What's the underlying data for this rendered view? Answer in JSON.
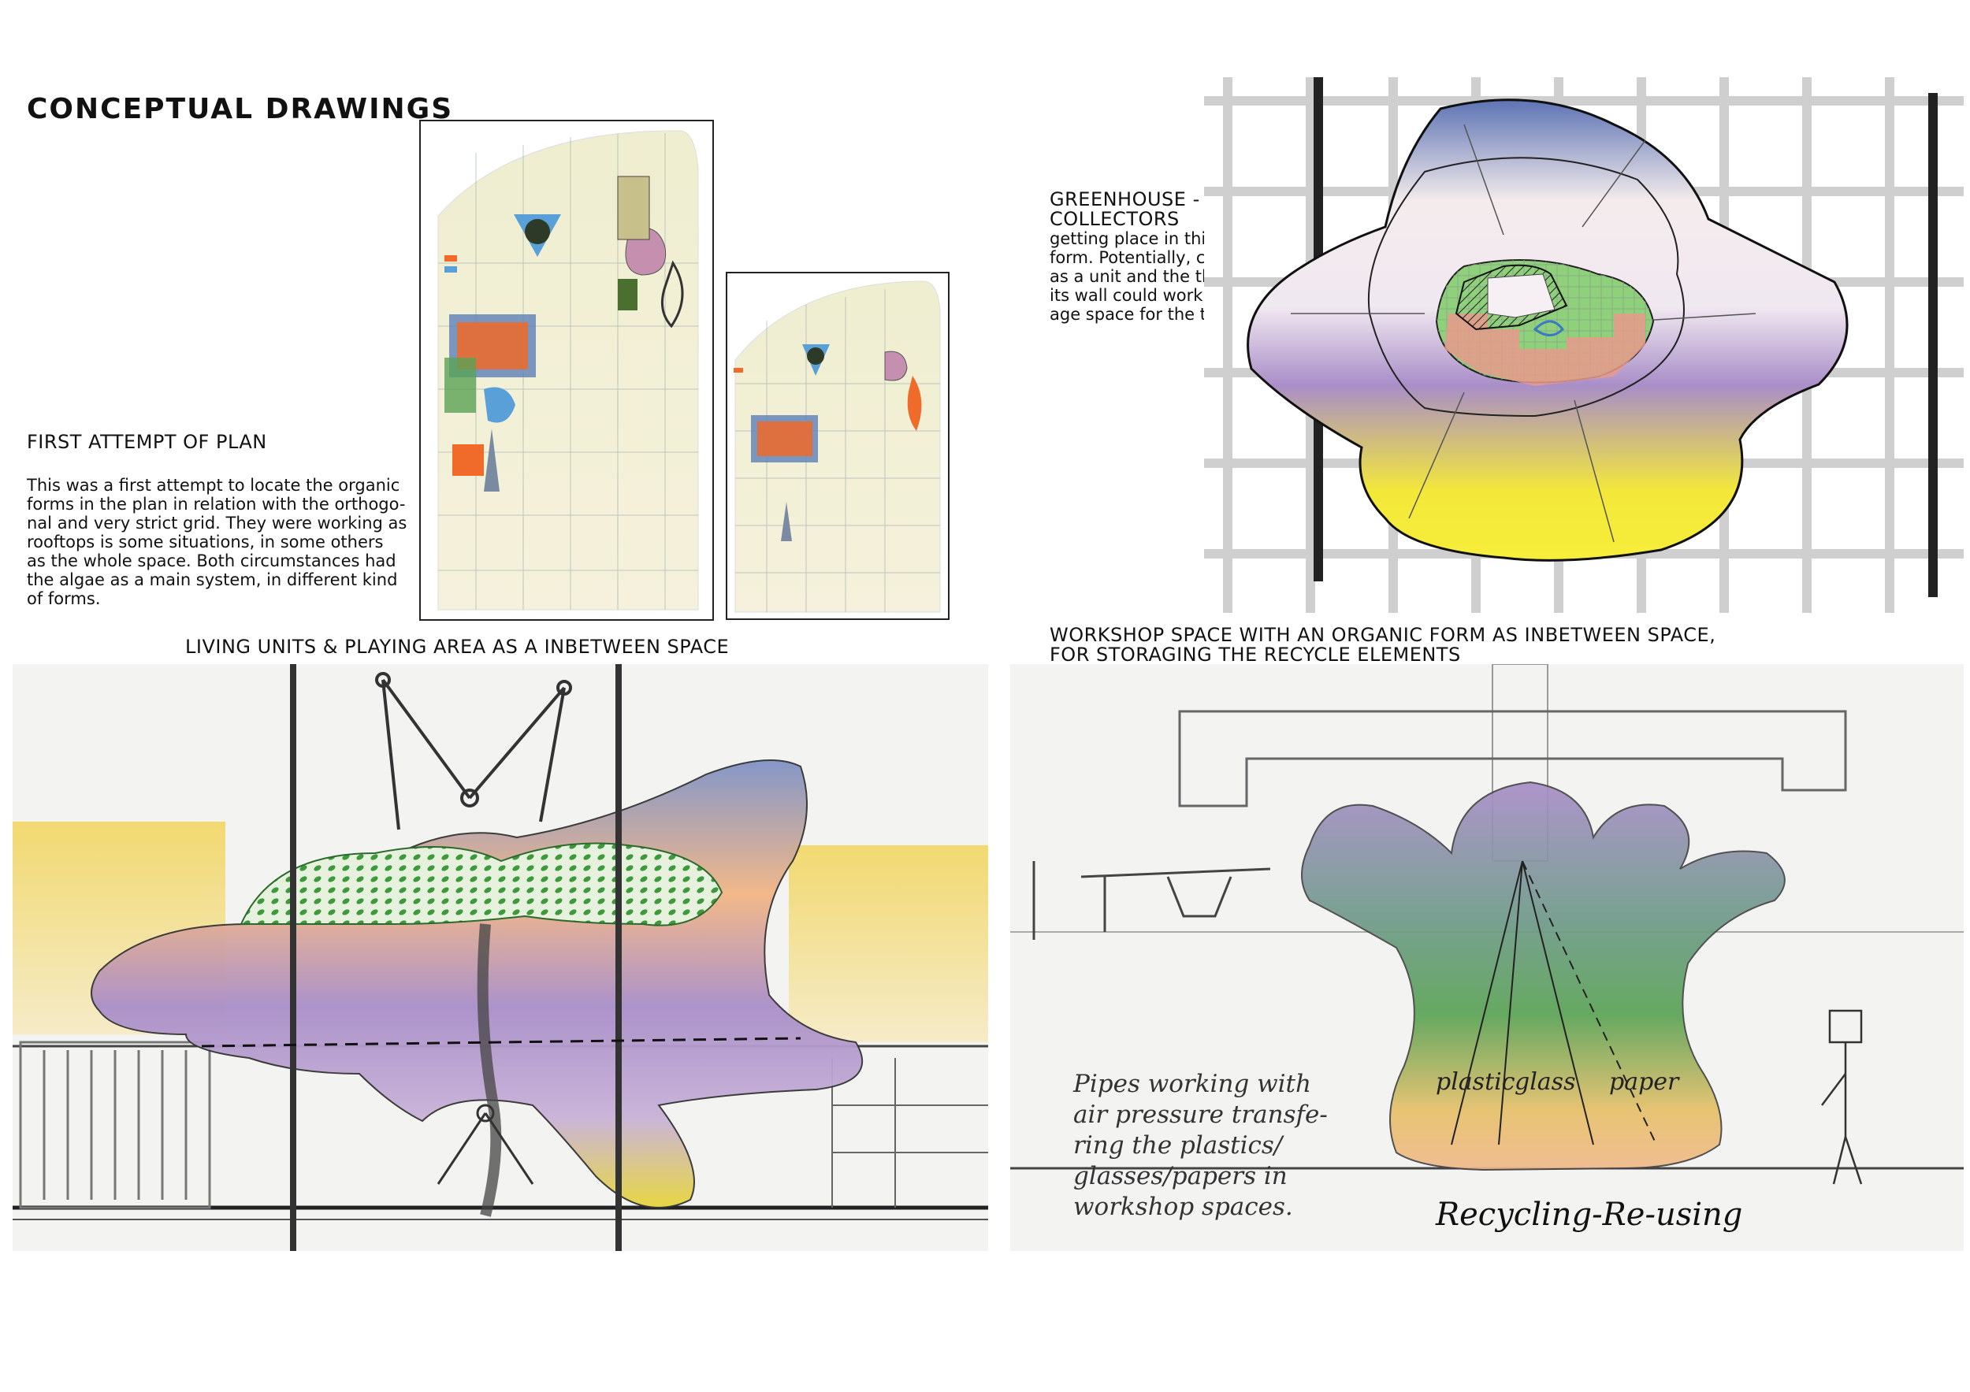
{
  "title": "CONCEPTUAL DRAWINGS",
  "first_attempt": {
    "heading": "FIRST ATTEMPT OF PLAN",
    "lines": [
      "This was a first attempt to locate the organic",
      "forms in the plan in relation with the orthogo-",
      "nal and very strict grid. They were working as",
      "rooftops is some situations, in some others",
      "as the whole space. Both circumstances had",
      "the algae as a main system, in different kind",
      "of forms."
    ]
  },
  "greenhouse": {
    "heading_lines": [
      "GREENHOUSE - WATER",
      "COLLECTORS"
    ],
    "lines": [
      "getting place in this organic",
      "form. Potentially, could work",
      "as a unit and the thickness of",
      "its wall could work as a stor-",
      "age space for the tools etc."
    ]
  },
  "living_units": {
    "heading": "LIVING UNITS & PLAYING AREA AS A INBETWEEN SPACE"
  },
  "workshop": {
    "heading_lines": [
      "WORKSHOP SPACE WITH AN ORGANIC FORM AS INBETWEEN SPACE,",
      "FOR STORAGING THE RECYCLE ELEMENTS"
    ],
    "sketch_labels": {
      "plastic": "plastic",
      "glass": "glass",
      "paper": "paper"
    },
    "handwritten_note": [
      "Pipes working with",
      "air pressure transfe-",
      "ring the plastics/",
      "glasses/papers in",
      "workshop spaces."
    ],
    "caption": "Recycling-Re-using"
  },
  "colors": {
    "blue": "#7f93c6",
    "lavender": "#c9b6de",
    "purple": "#a98ec8",
    "yellow": "#f3e83a",
    "peach": "#f0b98a",
    "green": "#5aa355",
    "orange": "#f06a2a",
    "paper": "#f4f2e6"
  }
}
